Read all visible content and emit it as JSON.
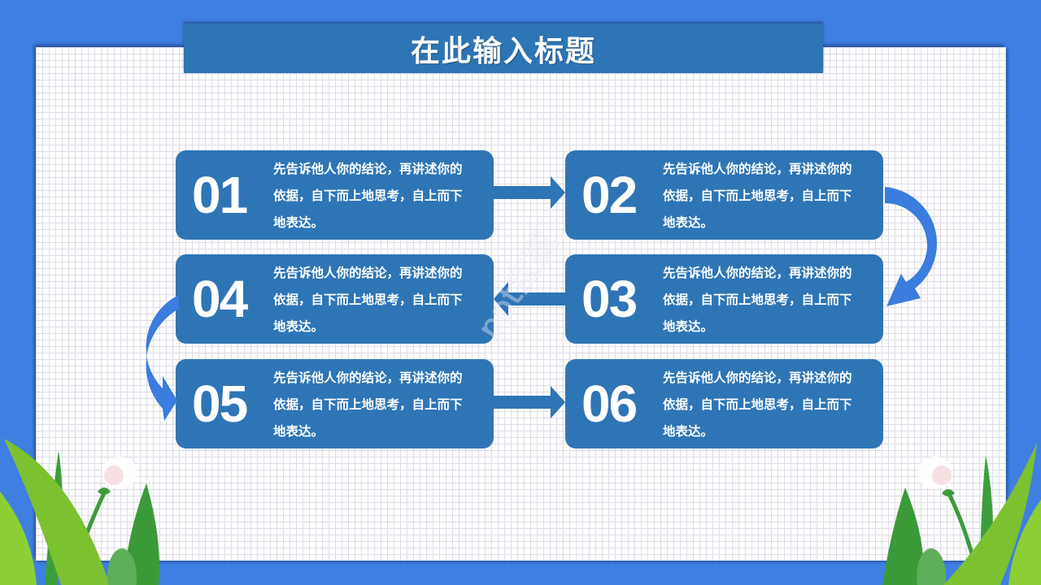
{
  "title": "在此输入标题",
  "colors": {
    "background": "#3f7fe2",
    "title_bar": "#2e75b6",
    "step_box": "#2e75b6",
    "arrow": "#3a7ddf",
    "panel": "#ffffff",
    "grid": "#dcdce6"
  },
  "steps": [
    {
      "num": "01",
      "text": "先告诉他人你的结论，再讲述你的依据，自下而上地思考，自上而下地表达。"
    },
    {
      "num": "02",
      "text": "先告诉他人你的结论，再讲述你的依据，自下而上地思考，自上而下地表达。"
    },
    {
      "num": "03",
      "text": "先告诉他人你的结论，再讲述你的依据，自下而上地思考，自上而下地表达。"
    },
    {
      "num": "04",
      "text": "先告诉他人你的结论，再讲述你的依据，自下而上地思考，自上而下地表达。"
    },
    {
      "num": "05",
      "text": "先告诉他人你的结论，再讲述你的依据，自下而上地思考，自上而下地表达。"
    },
    {
      "num": "06",
      "text": "先告诉他人你的结论，再讲述你的依据，自下而上地思考，自上而下地表达。"
    }
  ],
  "watermark": "ppt宝藏",
  "icons": {
    "arrows": [
      "arrow-right-01-02",
      "curved-arrow-02-03",
      "arrow-left-03-04",
      "curved-arrow-04-05",
      "arrow-right-05-06"
    ],
    "decorations": [
      "plant-left-icon",
      "plant-right-icon"
    ]
  }
}
